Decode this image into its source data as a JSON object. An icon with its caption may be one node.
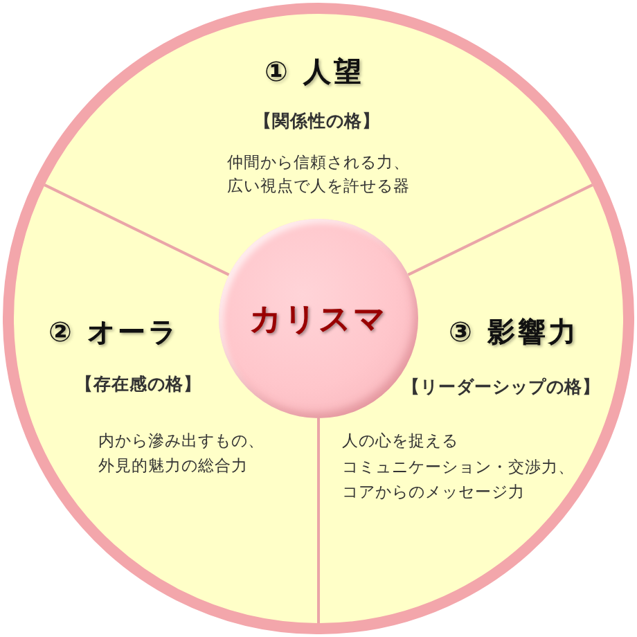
{
  "diagram": {
    "nodes": [
      {
        "text": [
          "カリスマ"
        ]
      },
      {
        "text": [
          "① 人望",
          "【関係性の格】",
          "仲間から信頼される力、広い視点で人を許せる器"
        ]
      },
      {
        "text": [
          "② オーラ",
          "【存在感の格】",
          "内から滲み出すもの、外見的魅力の総合力"
        ]
      },
      {
        "text": [
          "③ 影響力",
          "【リーダーシップの格】",
          "人の心を捉えるコミュニケーション・交渉力、コアからのメッセージ力"
        ]
      }
    ]
  }
}
